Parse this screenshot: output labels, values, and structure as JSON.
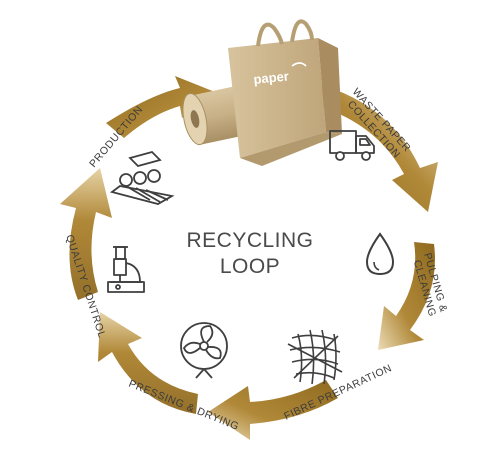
{
  "diagram": {
    "title_line1": "RECYCLING",
    "title_line2": "LOOP",
    "bag_logo": "paper",
    "colors": {
      "arrow_dark": "#9a7222",
      "arrow_mid": "#b38a35",
      "arrow_light": "#ead9b0",
      "kraft": "#c9b289",
      "icon_stroke": "#3f3f3f"
    },
    "steps": [
      {
        "id": "waste-paper-collection",
        "lines": [
          "WASTE PAPER",
          "COLLECTION"
        ],
        "icon": "truck-icon"
      },
      {
        "id": "pulping-cleaning",
        "lines": [
          "PULPING &",
          "CLEANING"
        ],
        "icon": "water-drop-icon"
      },
      {
        "id": "fibre-preparation",
        "lines": [
          "FIBRE PREPARATION"
        ],
        "icon": "fibre-mesh-icon"
      },
      {
        "id": "pressing-drying",
        "lines": [
          "PRESSING & DRYING"
        ],
        "icon": "fan-icon"
      },
      {
        "id": "quality-control",
        "lines": [
          "QUALITY CONTROL"
        ],
        "icon": "microscope-icon"
      },
      {
        "id": "production",
        "lines": [
          "PRODUCTION"
        ],
        "icon": "paper-machine-icon"
      }
    ]
  }
}
